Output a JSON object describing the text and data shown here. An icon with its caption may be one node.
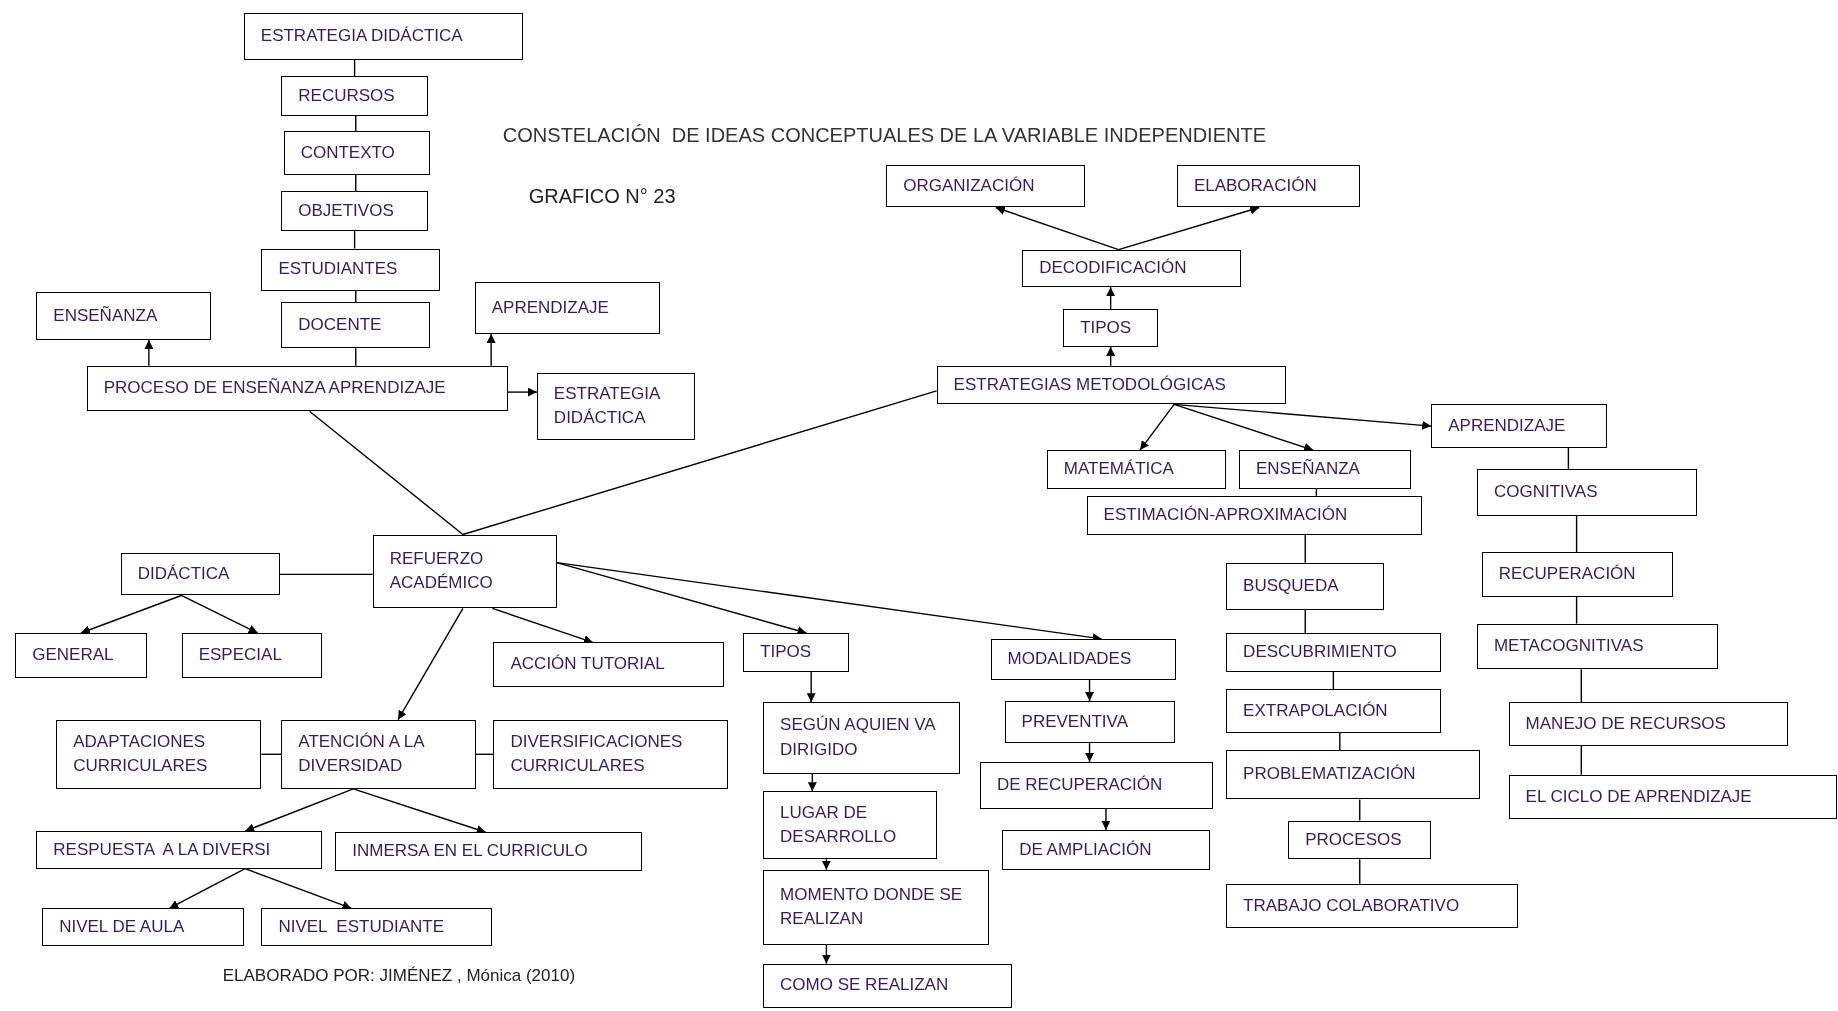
{
  "diagram": {
    "title": "CONSTELACIÓN  DE IDEAS CONCEPTUALES DE LA VARIABLE INDEPENDIENTE",
    "nodes": [
      {
        "text": [
          "ESTRATEGIA DIDÁCTICA"
        ]
      },
      {
        "text": [
          "RECURSOS"
        ]
      },
      {
        "text": [
          "CONTEXTO"
        ]
      },
      {
        "text": [
          "OBJETIVOS"
        ]
      },
      {
        "text": [
          "ESTUDIANTES"
        ]
      },
      {
        "text": [
          "DOCENTE"
        ]
      },
      {
        "text": [
          "ENSEÑANZA"
        ]
      },
      {
        "text": [
          "APRENDIZAJE"
        ]
      },
      {
        "text": [
          "PROCESO DE ENSEÑANZA APRENDIZAJE"
        ]
      },
      {
        "text": [
          "ESTRATEGIA DIDÁCTICA"
        ]
      },
      {
        "text": [
          "ORGANIZACIÓN"
        ]
      },
      {
        "text": [
          "ELABORACIÓN"
        ]
      },
      {
        "text": [
          "DECODIFICACIÓN"
        ]
      },
      {
        "text": [
          "TIPOS"
        ]
      },
      {
        "text": [
          "ESTRATEGIAS METODOLÓGICAS"
        ]
      },
      {
        "text": [
          "APRENDIZAJE"
        ]
      },
      {
        "text": [
          "MATEMÁTICA"
        ]
      },
      {
        "text": [
          "ENSEÑANZA"
        ]
      },
      {
        "text": [
          "ESTIMACIÓN-APROXIMACIÓN"
        ]
      },
      {
        "text": [
          "COGNITIVAS"
        ]
      },
      {
        "text": [
          "BUSQUEDA"
        ]
      },
      {
        "text": [
          "RECUPERACIÓN"
        ]
      },
      {
        "text": [
          "DESCUBRIMIENTO"
        ]
      },
      {
        "text": [
          "METACOGNITIVAS"
        ]
      },
      {
        "text": [
          "EXTRAPOLACIÓN"
        ]
      },
      {
        "text": [
          "MANEJO DE RECURSOS"
        ]
      },
      {
        "text": [
          "PROBLEMATIZACIÓN"
        ]
      },
      {
        "text": [
          "EL CICLO DE APRENDIZAJE"
        ]
      },
      {
        "text": [
          "PROCESOS"
        ]
      },
      {
        "text": [
          "TRABAJO COLABORATIVO"
        ]
      },
      {
        "text": [
          "REFUERZO ACADÉMICO"
        ]
      },
      {
        "text": [
          "DIDÁCTICA"
        ]
      },
      {
        "text": [
          "GENERAL"
        ]
      },
      {
        "text": [
          "ESPECIAL"
        ]
      },
      {
        "text": [
          "ACCIÓN TUTORIAL"
        ]
      },
      {
        "text": [
          "TIPOS"
        ]
      },
      {
        "text": [
          "MODALIDADES"
        ]
      },
      {
        "text": [
          "ADAPTACIONES CURRICULARES"
        ]
      },
      {
        "text": [
          "ATENCIÓN A LA DIVERSIDAD"
        ]
      },
      {
        "text": [
          "DIVERSIFICACIONES CURRICULARES"
        ]
      },
      {
        "text": [
          "SEGÚN AQUIEN VA DIRIGIDO"
        ]
      },
      {
        "text": [
          "PREVENTIVA"
        ]
      },
      {
        "text": [
          "LUGAR DE DESARROLLO"
        ]
      },
      {
        "text": [
          "DE RECUPERACIÓN"
        ]
      },
      {
        "text": [
          "DE AMPLIACIÓN"
        ]
      },
      {
        "text": [
          "MOMENTO DONDE SE REALIZAN"
        ]
      },
      {
        "text": [
          "COMO SE REALIZAN"
        ]
      },
      {
        "text": [
          "RESPUESTA  A LA DIVERSI"
        ]
      },
      {
        "text": [
          "INMERSA EN EL CURRICULO"
        ]
      },
      {
        "text": [
          "NIVEL DE AULA"
        ]
      },
      {
        "text": [
          "NIVEL  ESTUDIANTE"
        ]
      }
    ],
    "edges": [
      {
        "from": 0,
        "to": 1,
        "arrow": "none"
      },
      {
        "from": 1,
        "to": 2,
        "arrow": "none"
      },
      {
        "from": 2,
        "to": 3,
        "arrow": "none"
      },
      {
        "from": 3,
        "to": 4,
        "arrow": "none"
      },
      {
        "from": 4,
        "to": 5,
        "arrow": "none"
      },
      {
        "from": 5,
        "to": 8,
        "arrow": "none"
      },
      {
        "from": 8,
        "to": 6,
        "arrow": "to"
      },
      {
        "from": 8,
        "to": 7,
        "arrow": "to"
      },
      {
        "from": 8,
        "to": 9,
        "arrow": "to"
      },
      {
        "from": 8,
        "to": 30,
        "arrow": "none"
      },
      {
        "from": 14,
        "to": 30,
        "arrow": "none"
      },
      {
        "from": 12,
        "to": 10,
        "arrow": "to"
      },
      {
        "from": 12,
        "to": 11,
        "arrow": "to"
      },
      {
        "from": 13,
        "to": 12,
        "arrow": "to"
      },
      {
        "from": 14,
        "to": 13,
        "arrow": "to"
      },
      {
        "from": 14,
        "to": 16,
        "arrow": "to"
      },
      {
        "from": 14,
        "to": 17,
        "arrow": "to"
      },
      {
        "from": 14,
        "to": 15,
        "arrow": "to"
      },
      {
        "from": 17,
        "to": 18,
        "arrow": "none"
      },
      {
        "from": 18,
        "to": 20,
        "arrow": "none"
      },
      {
        "from": 20,
        "to": 22,
        "arrow": "none"
      },
      {
        "from": 22,
        "to": 24,
        "arrow": "none"
      },
      {
        "from": 24,
        "to": 26,
        "arrow": "none"
      },
      {
        "from": 26,
        "to": 28,
        "arrow": "none"
      },
      {
        "from": 28,
        "to": 29,
        "arrow": "none"
      },
      {
        "from": 15,
        "to": 19,
        "arrow": "none"
      },
      {
        "from": 19,
        "to": 21,
        "arrow": "none"
      },
      {
        "from": 21,
        "to": 23,
        "arrow": "none"
      },
      {
        "from": 23,
        "to": 25,
        "arrow": "none"
      },
      {
        "from": 25,
        "to": 27,
        "arrow": "none"
      },
      {
        "from": 31,
        "to": 30,
        "arrow": "none"
      },
      {
        "from": 31,
        "to": 32,
        "arrow": "to"
      },
      {
        "from": 31,
        "to": 33,
        "arrow": "to"
      },
      {
        "from": 30,
        "to": 34,
        "arrow": "to"
      },
      {
        "from": 30,
        "to": 35,
        "arrow": "to"
      },
      {
        "from": 30,
        "to": 36,
        "arrow": "to"
      },
      {
        "from": 30,
        "to": 38,
        "arrow": "to"
      },
      {
        "from": 37,
        "to": 38,
        "arrow": "none"
      },
      {
        "from": 38,
        "to": 39,
        "arrow": "none"
      },
      {
        "from": 38,
        "to": 47,
        "arrow": "to"
      },
      {
        "from": 38,
        "to": 48,
        "arrow": "to"
      },
      {
        "from": 47,
        "to": 49,
        "arrow": "to"
      },
      {
        "from": 47,
        "to": 50,
        "arrow": "to"
      },
      {
        "from": 35,
        "to": 40,
        "arrow": "to"
      },
      {
        "from": 40,
        "to": 42,
        "arrow": "to"
      },
      {
        "from": 42,
        "to": 45,
        "arrow": "to"
      },
      {
        "from": 45,
        "to": 46,
        "arrow": "to"
      },
      {
        "from": 36,
        "to": 41,
        "arrow": "to"
      },
      {
        "from": 41,
        "to": 43,
        "arrow": "to"
      },
      {
        "from": 43,
        "to": 44,
        "arrow": "to"
      }
    ],
    "labels": [
      "GRAFICO N° 23",
      "ELABORADO POR: JIMÉNEZ , Mónica (2010)"
    ]
  }
}
